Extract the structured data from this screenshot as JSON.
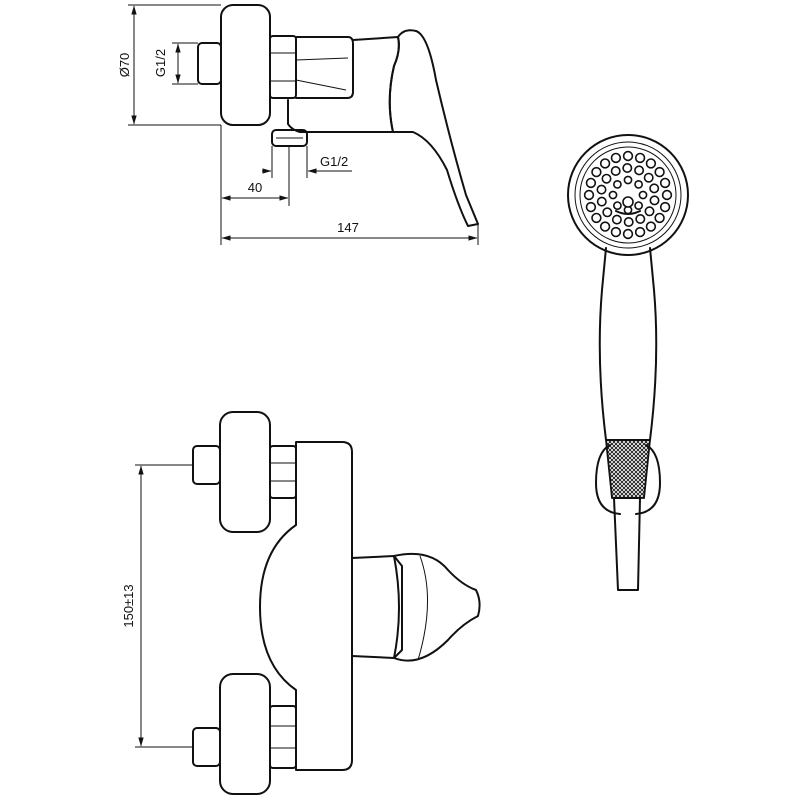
{
  "dimensions": {
    "diameter": "Ø70",
    "thread_inlet": "G1/2",
    "thread_outlet": "G1/2",
    "outlet_offset": "40",
    "overall_length": "147",
    "inlet_spacing": "150±13"
  },
  "colors": {
    "line": "#111111",
    "background": "#ffffff"
  }
}
